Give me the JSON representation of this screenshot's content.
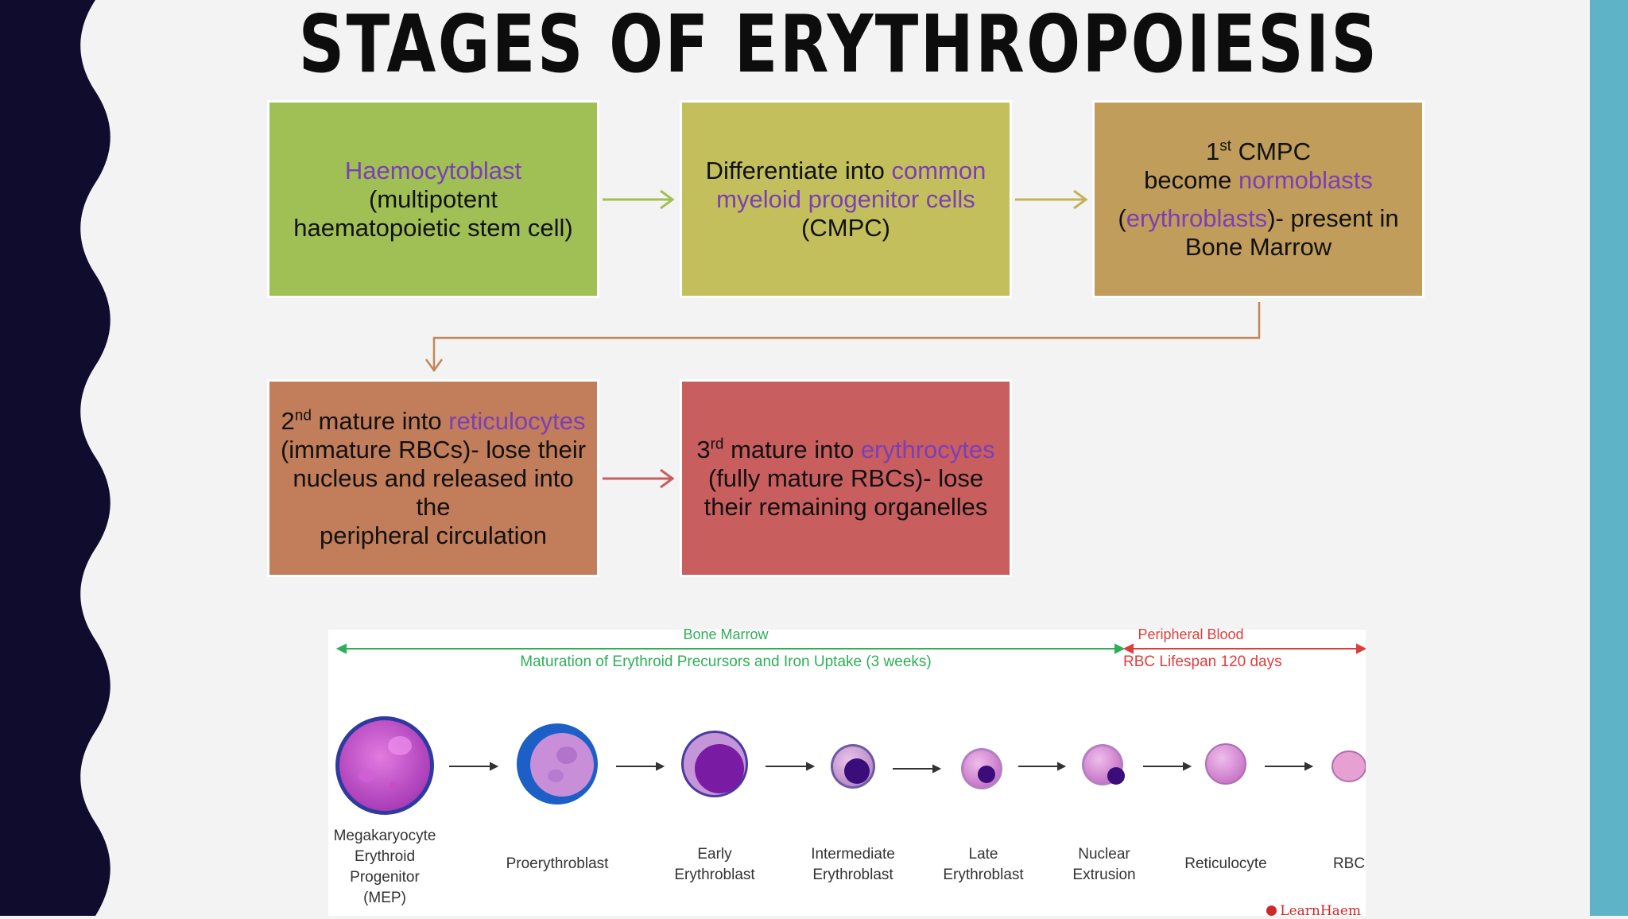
{
  "slide": {
    "title": "STAGES OF ERYTHROPOIESIS"
  },
  "boxes": {
    "b1": {
      "hl": "Haemocytoblast",
      "rest1": " (multipotent",
      "rest2": "haematopoietic stem cell)"
    },
    "b2": {
      "pre": "Differentiate into ",
      "hl1": "common",
      "hl2": "myeloid progenitor cells",
      "post": "(CMPC)"
    },
    "b3": {
      "num": "1",
      "sup": "st",
      "l1": " CMPC",
      "pre2": "become ",
      "hl1": "normoblasts",
      "open": "(",
      "hl2": "erythroblasts",
      "post": ")- present in",
      "l4": "Bone Marrow"
    },
    "b4": {
      "num": "2",
      "sup": "nd",
      "pre": " mature into ",
      "hl": "reticulocytes",
      "l2": "(immature RBCs)- lose their",
      "l3": "nucleus and released into the",
      "l4": "peripheral circulation"
    },
    "b5": {
      "num": "3",
      "sup": "rd",
      "pre": " mature into ",
      "hl": "erythrocytes",
      "l2": "(fully mature RBCs)- lose",
      "l3": "their remaining organelles"
    }
  },
  "colors": {
    "b1": "#a0bf55",
    "b2": "#c3bf5c",
    "b3": "#c09d5a",
    "b4": "#c27d5a",
    "b5": "#c95e5f",
    "highlight": "#7b3fb6",
    "left_band": "#100c2e",
    "right_bar": "#5fb3c7"
  },
  "maturation_figure": {
    "bone_marrow_label": "Bone Marrow",
    "peripheral_label": "Peripheral Blood",
    "maturation_text": "Maturation of Erythroid Precursors and Iron Uptake (3 weeks)",
    "lifespan_text": "RBC Lifespan 120 days",
    "stages": [
      {
        "l1": "Megakaryocyte",
        "l2": "Erythroid",
        "l3": "Progenitor",
        "l4": "(MEP)"
      },
      {
        "l1": "Proerythroblast"
      },
      {
        "l1": "Early",
        "l2": "Erythroblast"
      },
      {
        "l1": "Intermediate",
        "l2": "Erythroblast"
      },
      {
        "l1": "Late",
        "l2": "Erythroblast"
      },
      {
        "l1": "Nuclear",
        "l2": "Extrusion"
      },
      {
        "l1": "Reticulocyte"
      },
      {
        "l1": "RBC"
      }
    ],
    "brand": "LearnHaem"
  }
}
